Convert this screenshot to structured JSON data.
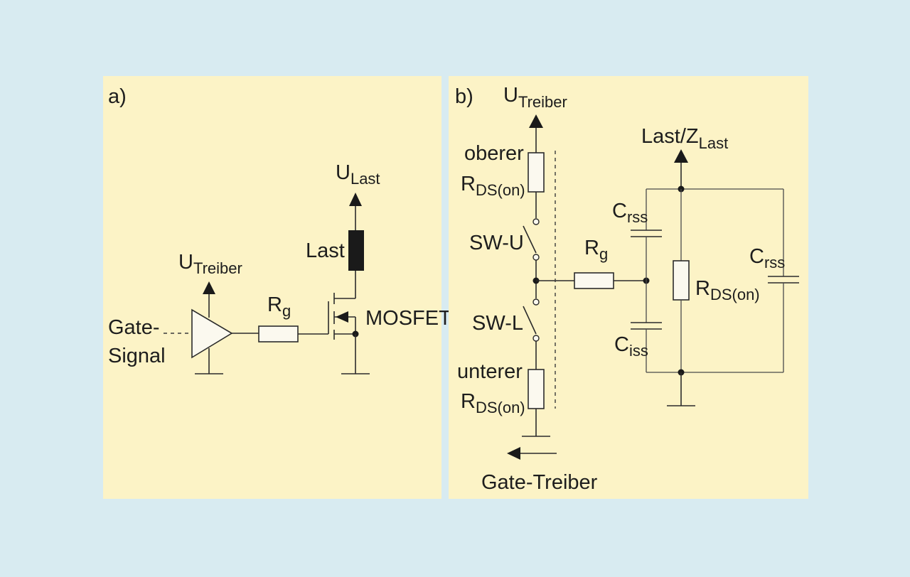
{
  "panel_a": {
    "tag": "a)",
    "u_main": "U",
    "u_sub": "Treiber",
    "load_supply_main": "U",
    "load_supply_sub": "Last",
    "load_label": "Last",
    "rg_main": "R",
    "rg_sub": "g",
    "mosfet_label": "MOSFET",
    "gate_signal_line1": "Gate-",
    "gate_signal_line2": "Signal"
  },
  "panel_b": {
    "tag": "b)",
    "u_main": "U",
    "u_sub": "Treiber",
    "upper_label": "oberer",
    "upper_r_main": "R",
    "upper_r_sub": "DS(on)",
    "sw_u": "SW-U",
    "sw_l": "SW-L",
    "lower_label": "unterer",
    "lower_r_main": "R",
    "lower_r_sub": "DS(on)",
    "driver_label": "Gate-Treiber",
    "rg_main": "R",
    "rg_sub": "g",
    "load_main": "Last/Z",
    "load_sub": "Last",
    "crss_left_main": "C",
    "crss_left_sub": "rss",
    "ciss_main": "C",
    "ciss_sub": "iss",
    "rds_main": "R",
    "rds_sub": "DS(on)",
    "crss_right_main": "C",
    "crss_right_sub": "rss"
  },
  "colors": {
    "background": "#d8ebf1",
    "panel": "#fcf3c6",
    "ink": "#1d1d1d"
  }
}
